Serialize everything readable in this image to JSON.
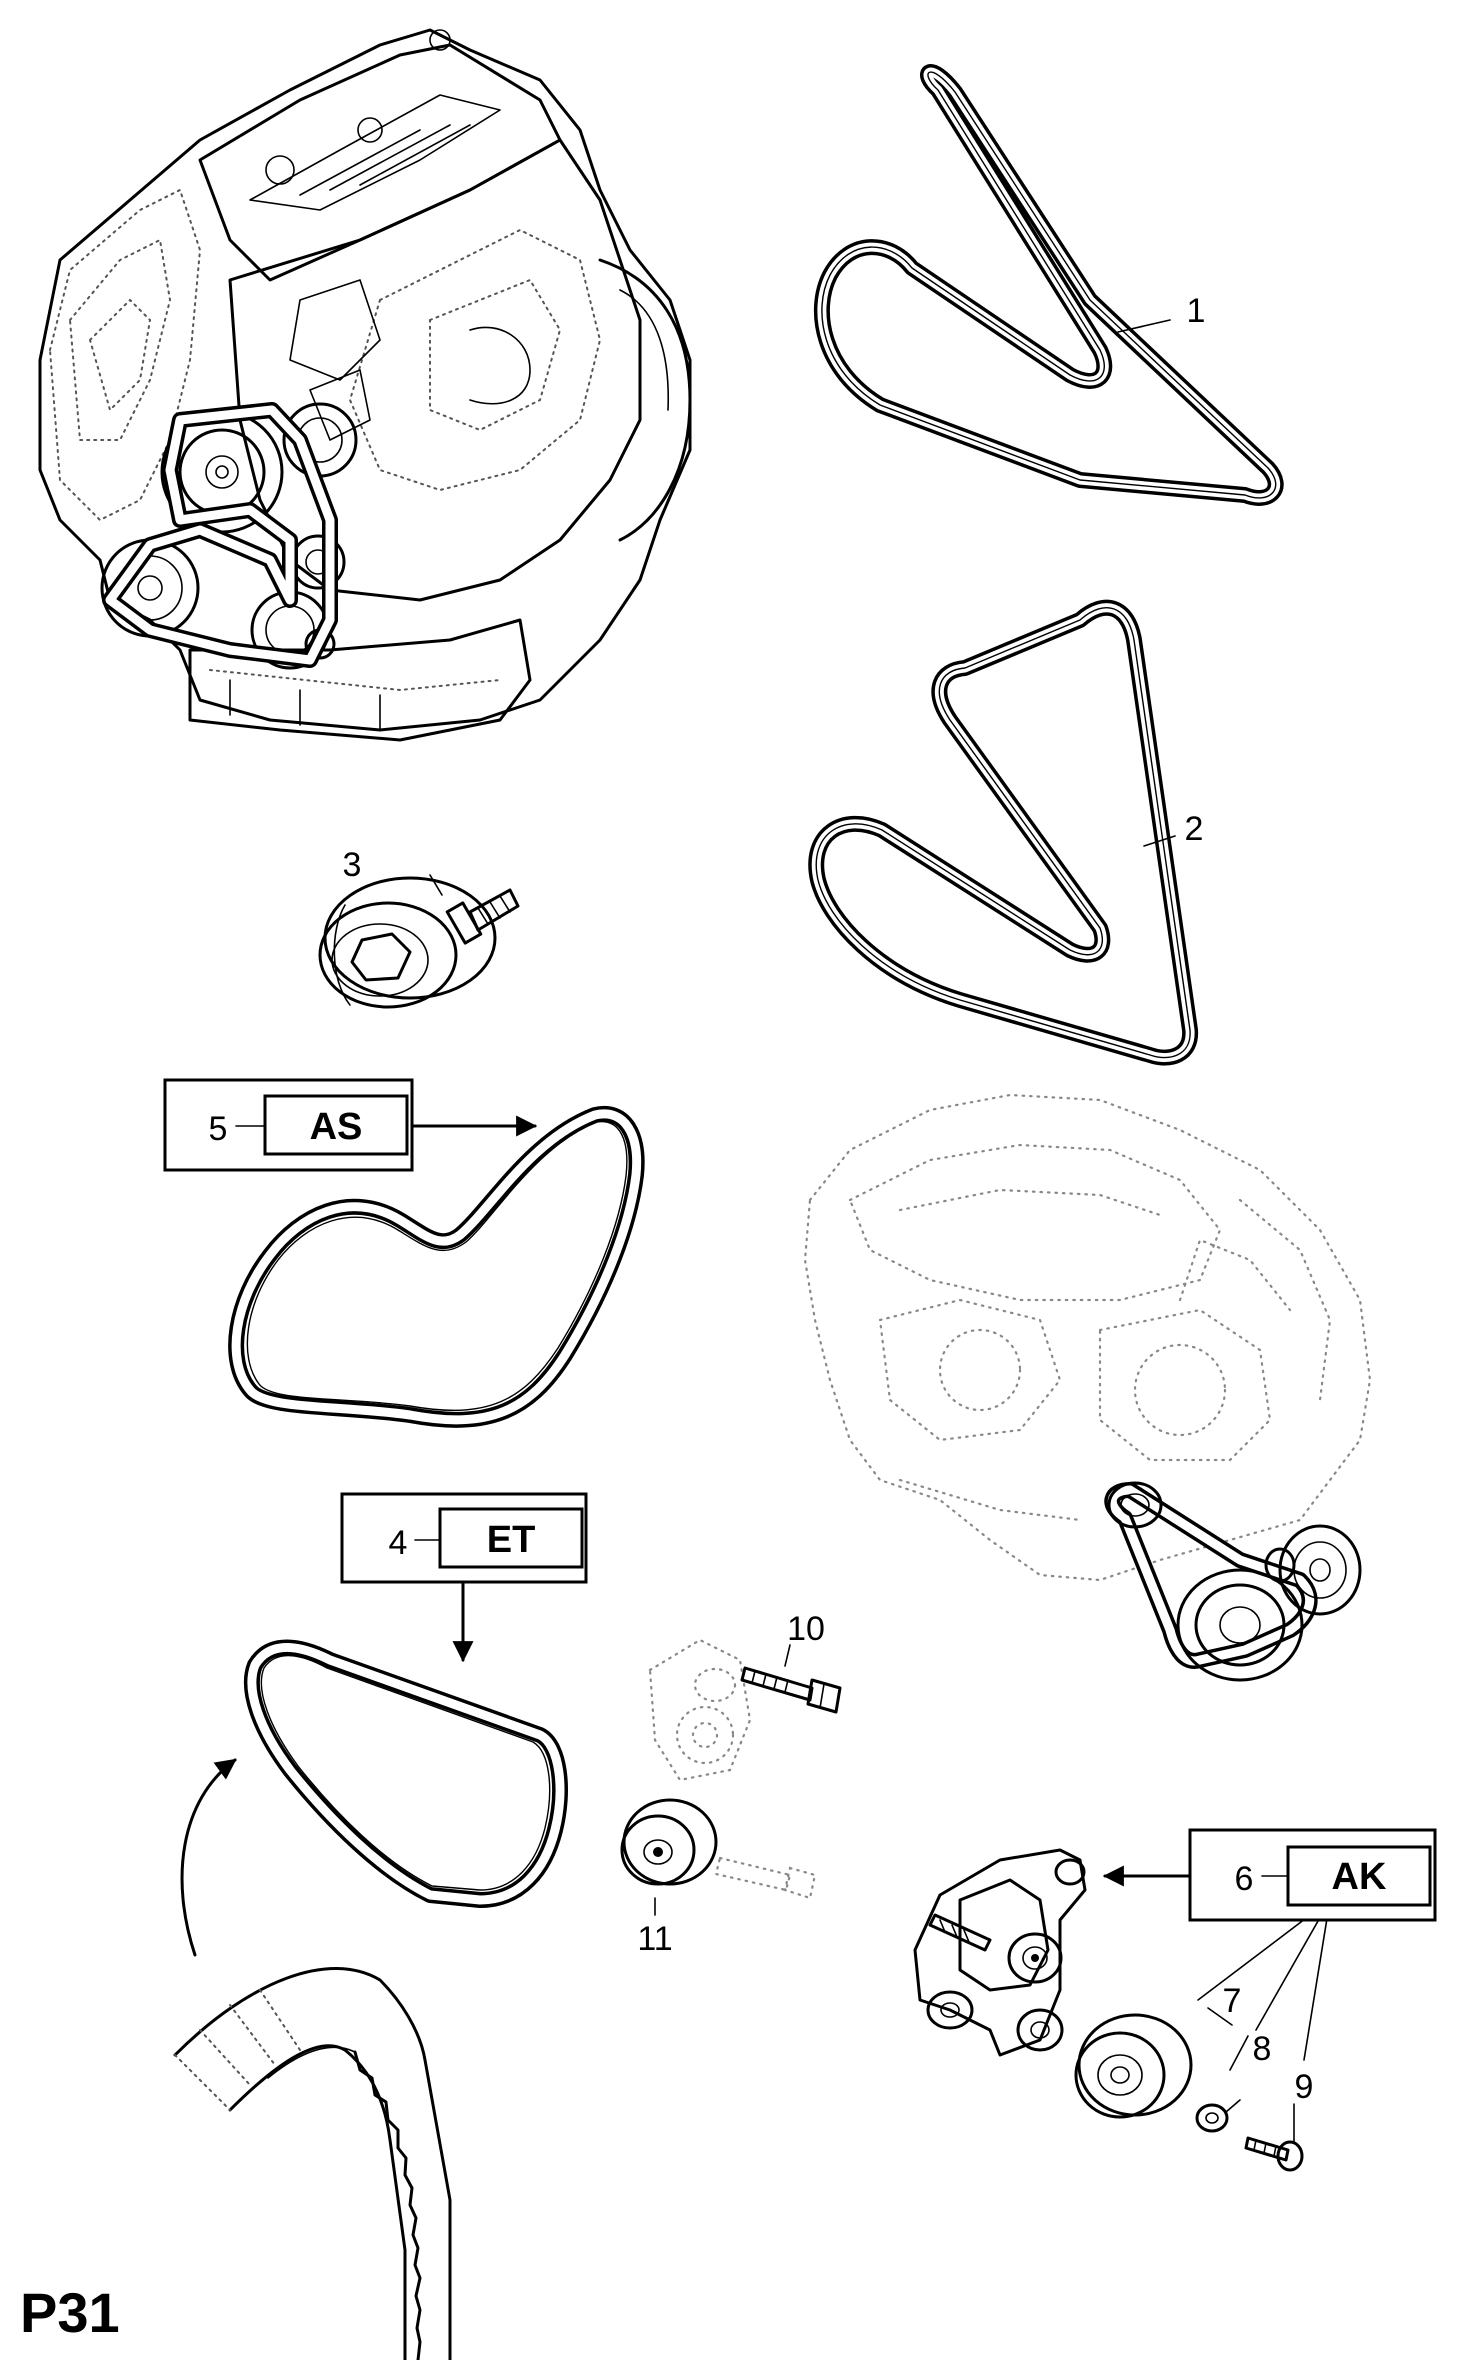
{
  "page_code": "P31",
  "callouts": {
    "c1": "1",
    "c2": "2",
    "c3": "3",
    "c4": "4",
    "c5": "5",
    "c6": "6",
    "c7": "7",
    "c8": "8",
    "c9": "9",
    "c10": "10",
    "c11": "11"
  },
  "boxes": {
    "as": "AS",
    "et": "ET",
    "ak": "AK"
  }
}
